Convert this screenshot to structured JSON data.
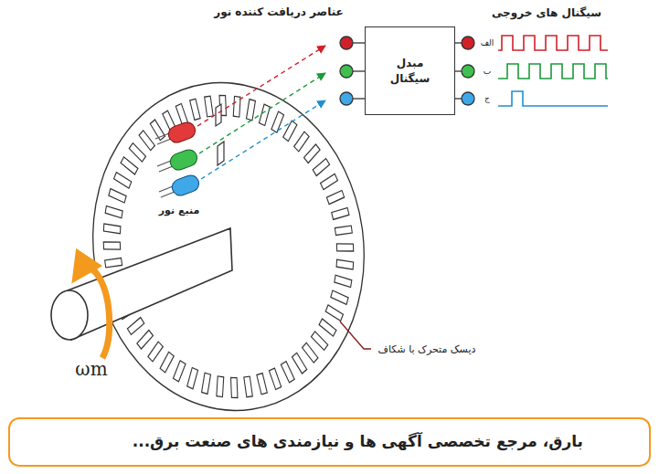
{
  "diagram": {
    "nodes": [
      {
        "text": [
          "مبدل سیگنال"
        ]
      },
      {
        "text": [
          "بارق، مرجع تخصصی آگهی ها و نیازمندی های صنعت برق..."
        ]
      }
    ],
    "labels": [
      "عناصر دریافت کننده نور",
      "سیگنال های خروجی",
      "الف",
      "ب",
      "ج",
      "منبع نور",
      "دیسک متحرک با شکاف",
      "ωm"
    ]
  }
}
